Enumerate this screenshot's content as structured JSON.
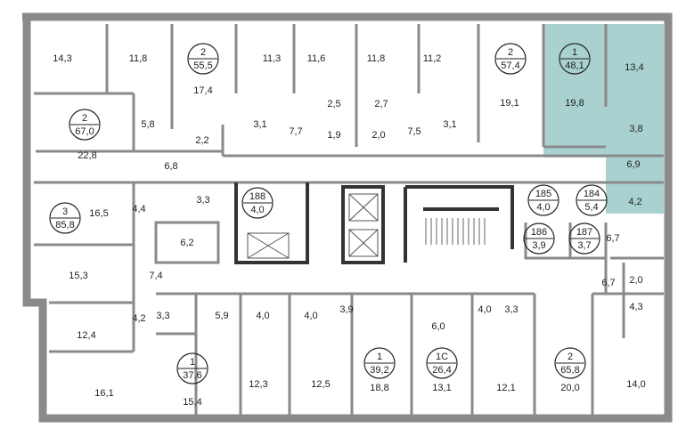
{
  "plan": {
    "highlight_color": "#a9d1cf",
    "wall_color": "#8a8a8a",
    "rooms": [
      "14,3",
      "11,8",
      "17,4",
      "11,3",
      "11,6",
      "11,8",
      "11,2",
      "19,1",
      "19,8",
      "13,4",
      "3,8",
      "6,9",
      "4,2",
      "2,5",
      "2,7",
      "1,9",
      "2,0",
      "7,7",
      "7,5",
      "3,1",
      "3,1",
      "22,8",
      "5,8",
      "2,2",
      "6,8",
      "16,5",
      "4,4",
      "3,3",
      "6,7",
      "6,2",
      "15,3",
      "7,4",
      "4,2",
      "3,3",
      "5,9",
      "4,0",
      "4,0",
      "3,9",
      "6,7",
      "2,0",
      "4,3",
      "12,4",
      "6,0",
      "4,0",
      "3,3",
      "15,4",
      "12,3",
      "12,5",
      "18,8",
      "13,1",
      "12,1",
      "20,0",
      "14,0",
      "16,1"
    ],
    "apartments": [
      {
        "rooms": "2",
        "area": "55,5"
      },
      {
        "rooms": "2",
        "area": "57,4"
      },
      {
        "rooms": "1",
        "area": "48,1"
      },
      {
        "rooms": "2",
        "area": "67,0"
      },
      {
        "rooms": "3",
        "area": "85,8"
      },
      {
        "rooms": "1",
        "area": "37,6"
      },
      {
        "rooms": "1",
        "area": "39,2"
      },
      {
        "rooms": "1С",
        "area": "26,4"
      },
      {
        "rooms": "2",
        "area": "65,8"
      }
    ],
    "storages": [
      {
        "number": "188",
        "area": "4,0"
      },
      {
        "number": "185",
        "area": "4,0"
      },
      {
        "number": "184",
        "area": "5,4"
      },
      {
        "number": "186",
        "area": "3,9"
      },
      {
        "number": "187",
        "area": "3,7"
      }
    ]
  }
}
